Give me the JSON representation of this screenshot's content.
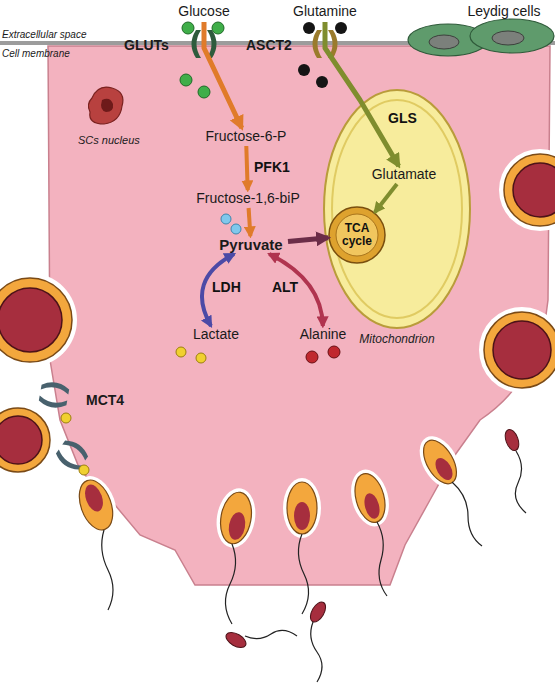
{
  "diagram": {
    "nodes": [
      {
        "text": [
          "Glucose"
        ]
      },
      {
        "text": [
          "Glutamine"
        ]
      },
      {
        "text": [
          "Leydig cells"
        ]
      },
      {
        "text": [
          "Fructose-6-P"
        ]
      },
      {
        "text": [
          "Fructose-1,6-biP"
        ]
      },
      {
        "text": [
          "Mitochondrion"
        ]
      },
      {
        "text": [
          "Glutamate"
        ],
        "in": 5
      },
      {
        "text": [
          "TCA cycle"
        ],
        "in": 5
      },
      {
        "text": [
          "Pyruvate"
        ]
      },
      {
        "text": [
          "Lactate"
        ]
      },
      {
        "text": [
          "Alanine"
        ]
      }
    ],
    "edges": [
      {
        "from": 0,
        "to": 3,
        "arrow": "to"
      },
      {
        "from": 3,
        "to": 4,
        "label": "PFK1",
        "arrow": "to"
      },
      {
        "from": 4,
        "to": 8,
        "arrow": "to"
      },
      {
        "from": 1,
        "to": 6,
        "label": "GLS",
        "arrow": "to"
      },
      {
        "from": 6,
        "to": 7,
        "arrow": "to"
      },
      {
        "from": 8,
        "to": 7,
        "arrow": "to"
      },
      {
        "from": 8,
        "to": 9,
        "label": "LDH",
        "arrow": "both"
      },
      {
        "from": 8,
        "to": 10,
        "label": "ALT",
        "arrow": "both"
      }
    ],
    "labels": [
      "Extracellular space",
      "Cell membrane",
      "GLUTs",
      "ASCT2",
      "SCs nucleus",
      "MCT4"
    ]
  }
}
